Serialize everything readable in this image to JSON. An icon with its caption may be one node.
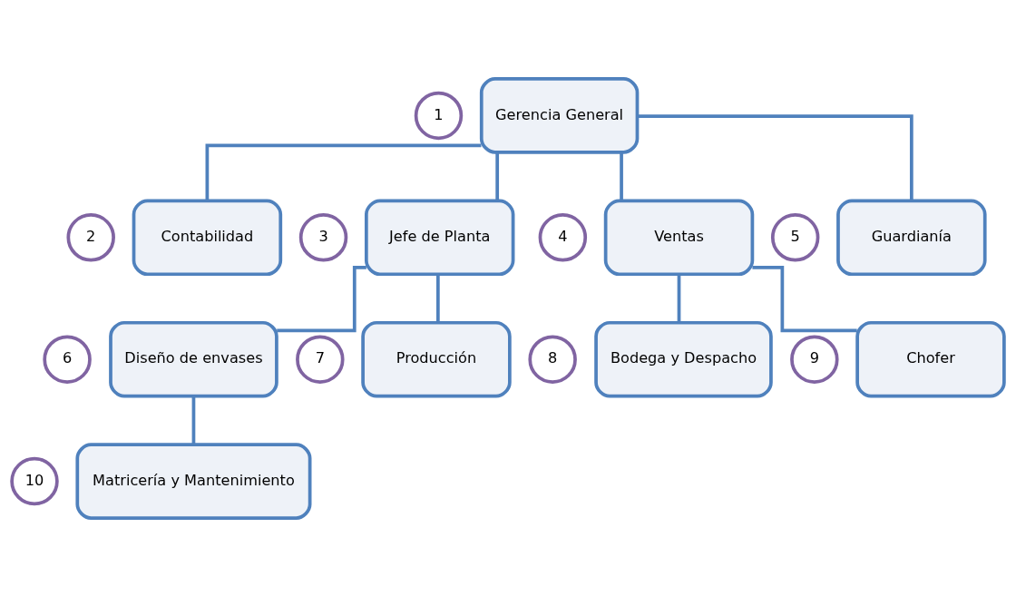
{
  "diagram": {
    "nodes": [
      {
        "text": [
          "1"
        ]
      },
      {
        "text": [
          "Gerencia General"
        ]
      },
      {
        "text": [
          "2"
        ]
      },
      {
        "text": [
          "Contabilidad"
        ]
      },
      {
        "text": [
          "3"
        ]
      },
      {
        "text": [
          "Jefe de Planta"
        ]
      },
      {
        "text": [
          "4"
        ]
      },
      {
        "text": [
          "Ventas"
        ]
      },
      {
        "text": [
          "5"
        ]
      },
      {
        "text": [
          "Guardianía"
        ]
      },
      {
        "text": [
          "6"
        ]
      },
      {
        "text": [
          "Diseño de envases"
        ]
      },
      {
        "text": [
          "7"
        ]
      },
      {
        "text": [
          "Producción"
        ]
      },
      {
        "text": [
          "8"
        ]
      },
      {
        "text": [
          "Bodega y Despacho"
        ]
      },
      {
        "text": [
          "9"
        ]
      },
      {
        "text": [
          "Chofer"
        ]
      },
      {
        "text": [
          "10"
        ]
      },
      {
        "text": [
          "Matricería y Mantenimiento"
        ]
      }
    ],
    "edges": [
      {
        "from": 1,
        "to": 3,
        "arrow": "none"
      },
      {
        "from": 1,
        "to": 5,
        "arrow": "none"
      },
      {
        "from": 1,
        "to": 7,
        "arrow": "none"
      },
      {
        "from": 1,
        "to": 9,
        "arrow": "none"
      },
      {
        "from": 5,
        "to": 11,
        "arrow": "none"
      },
      {
        "from": 5,
        "to": 13,
        "arrow": "none"
      },
      {
        "from": 7,
        "to": 15,
        "arrow": "none"
      },
      {
        "from": 7,
        "to": 17,
        "arrow": "none"
      },
      {
        "from": 11,
        "to": 19,
        "arrow": "none"
      }
    ]
  }
}
